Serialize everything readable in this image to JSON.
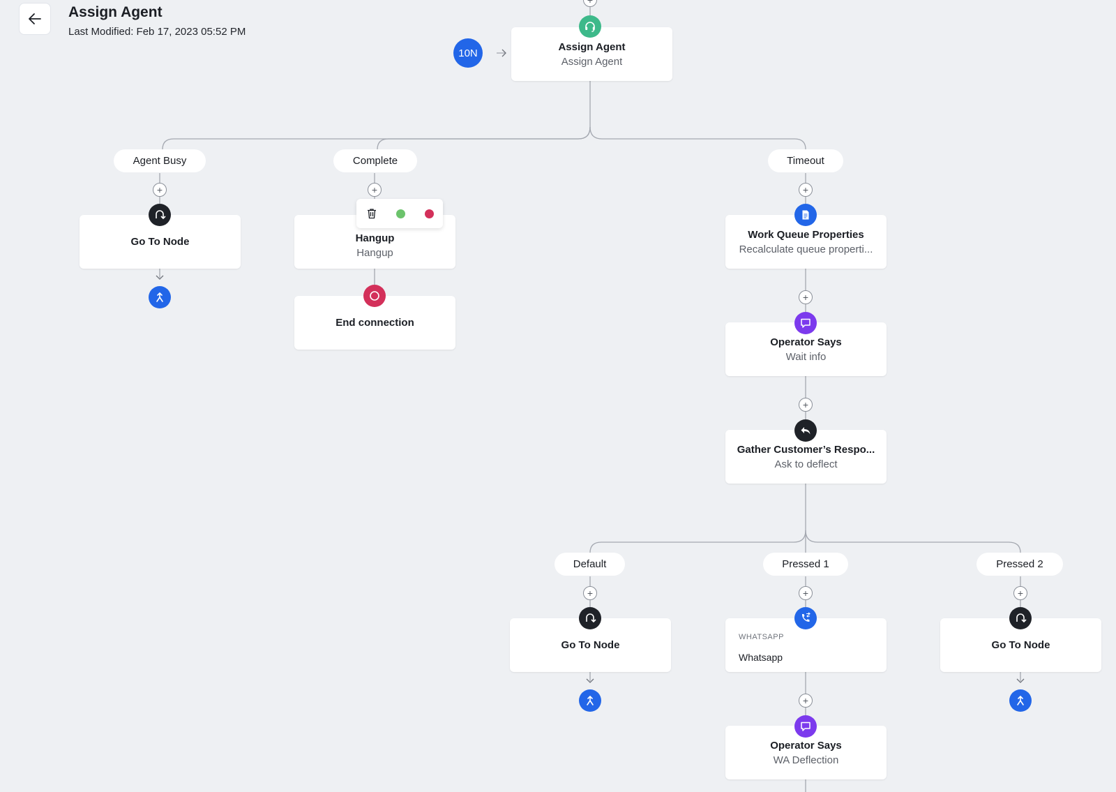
{
  "header": {
    "title": "Assign Agent",
    "last_modified": "Last Modified: Feb 17, 2023 05:52 PM"
  },
  "colors": {
    "background": "#eef0f3",
    "assign_agent_icon": "#3db98a",
    "badge_blue": "#2266e8",
    "goto_icon": "#1f2228",
    "end_icon": "#d3305a",
    "operator_icon": "#7c3aed",
    "toolbar_green": "#6cc36c",
    "toolbar_red": "#d3305a"
  },
  "node_badge": "10N",
  "plus_symbol": "+",
  "root": {
    "title": "Assign Agent",
    "subtitle": "Assign Agent",
    "icon": "headset-icon"
  },
  "branches": {
    "agent_busy": "Agent Busy",
    "complete": "Complete",
    "timeout": "Timeout",
    "default": "Default",
    "pressed_1": "Pressed 1",
    "pressed_2": "Pressed 2"
  },
  "nodes": {
    "goto_1": {
      "title": "Go To Node",
      "icon": "goto-icon"
    },
    "hangup": {
      "title": "Hangup",
      "subtitle": "Hangup",
      "icon": "stop-icon"
    },
    "end_connection": {
      "title": "End connection",
      "icon": "stop-icon"
    },
    "work_queue": {
      "title": "Work Queue Properties",
      "subtitle": "Recalculate queue properti...",
      "icon": "document-icon"
    },
    "operator_says_1": {
      "title": "Operator Says",
      "subtitle": "Wait info",
      "icon": "chat-icon"
    },
    "gather": {
      "title": "Gather Customer’s Respo...",
      "subtitle": "Ask to deflect",
      "icon": "reply-icon"
    },
    "goto_2": {
      "title": "Go To Node",
      "icon": "goto-icon"
    },
    "whatsapp": {
      "channel": "WHATSAPP",
      "name": "Whatsapp",
      "icon": "phone-transfer-icon"
    },
    "goto_3": {
      "title": "Go To Node",
      "icon": "goto-icon"
    },
    "operator_says_2": {
      "title": "Operator Says",
      "subtitle": "WA Deflection",
      "icon": "chat-icon"
    }
  },
  "toolbar": {
    "items": [
      "trash-icon",
      "green-dot",
      "red-dot"
    ]
  }
}
